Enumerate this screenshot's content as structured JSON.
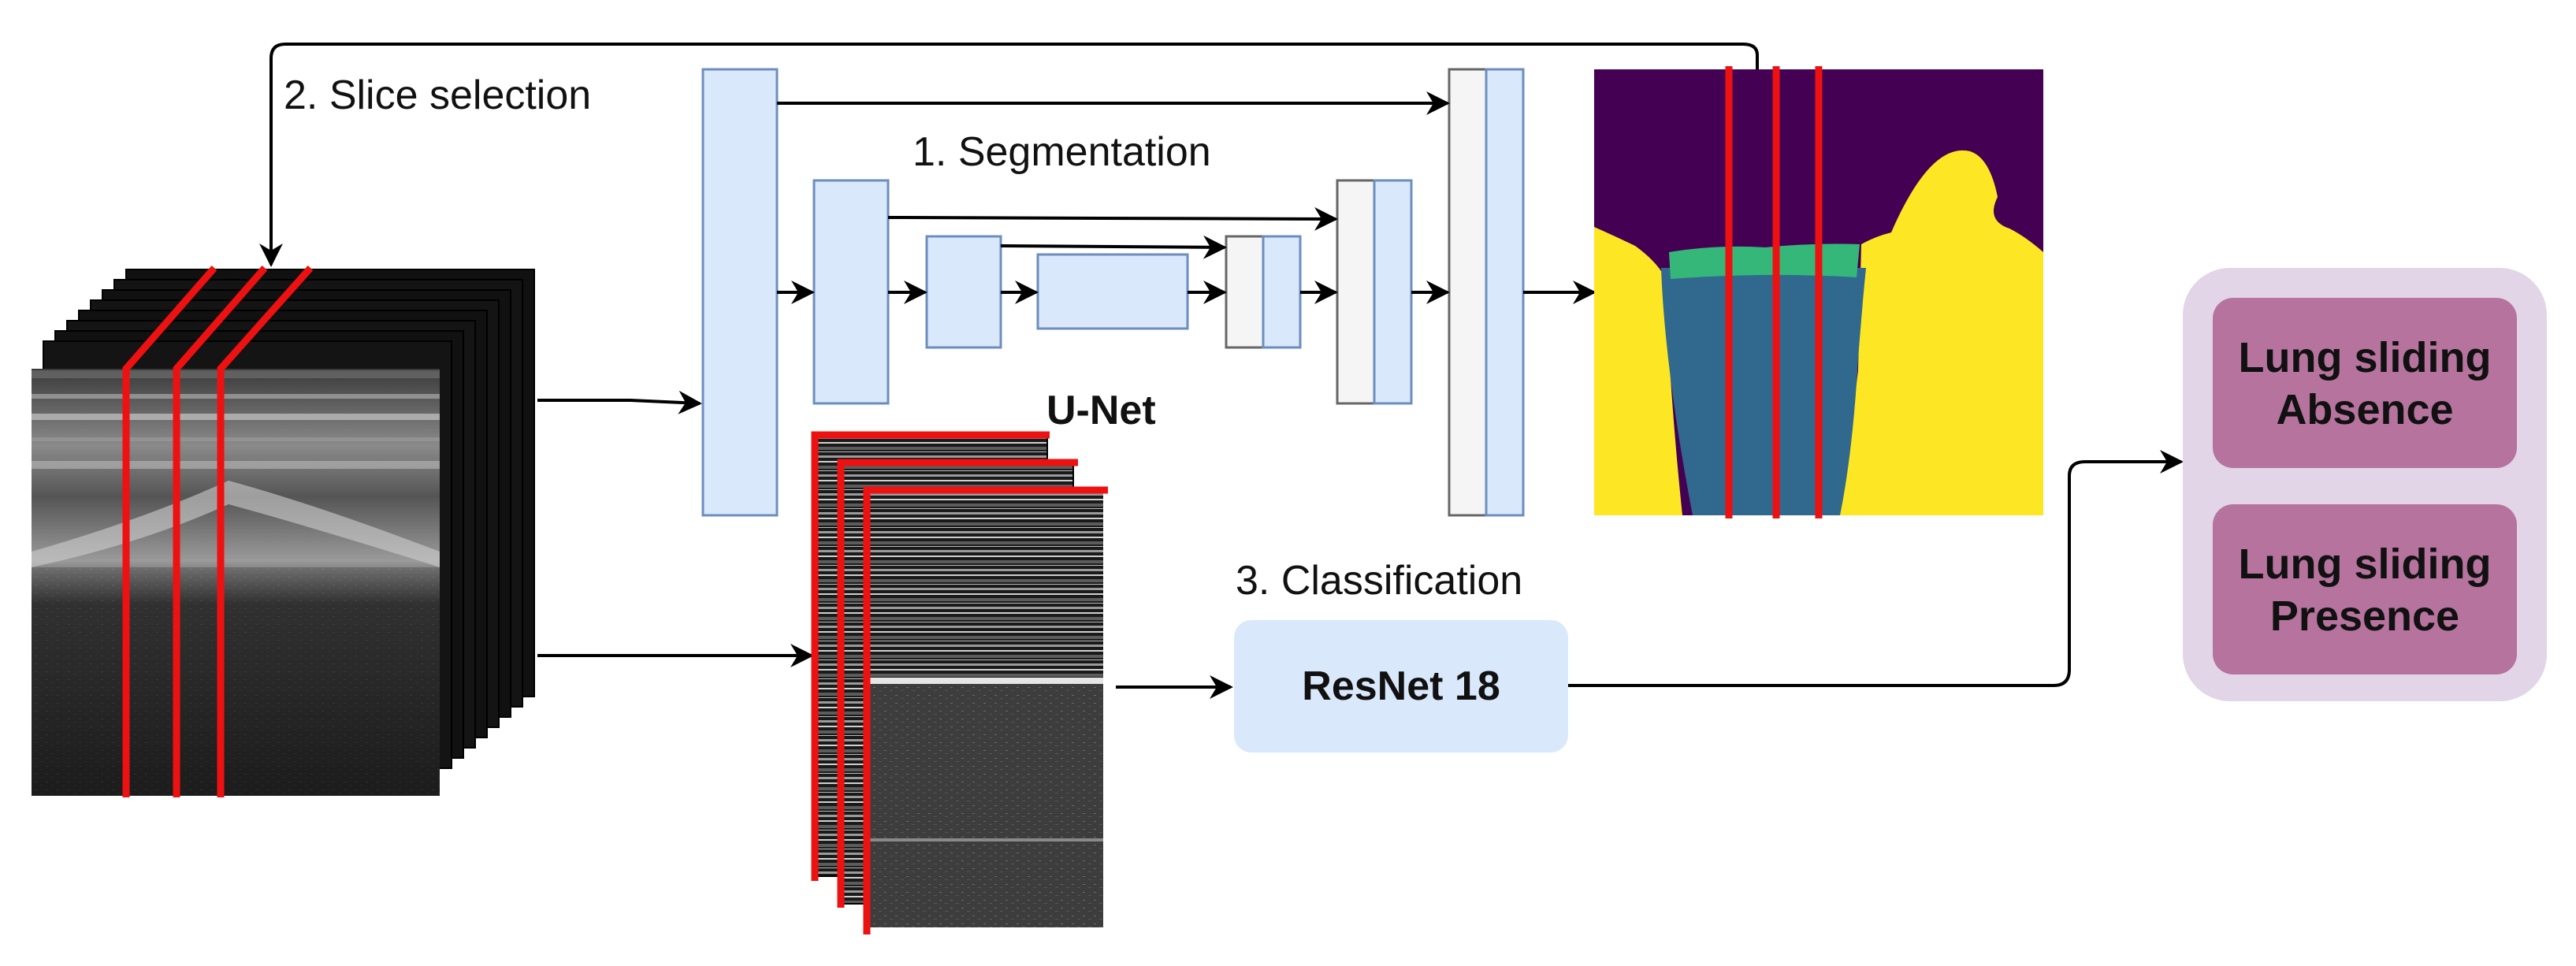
{
  "labels": {
    "slice_selection": "2. Slice selection",
    "segmentation": "1. Segmentation",
    "unet": "U-Net",
    "classification": "3. Classification",
    "resnet": "ResNet 18"
  },
  "outputs": [
    {
      "line1": "Lung sliding",
      "line2": "Absence"
    },
    {
      "line1": "Lung sliding",
      "line2": "Presence"
    }
  ],
  "colors": {
    "block_fill": "#dae8fc",
    "block_stroke": "#6c8ebf",
    "decoder_fill": "#f5f5f5",
    "decoder_stroke": "#666666",
    "resnet_fill": "#dae8fc",
    "output_panel": "#e1d5e7",
    "output_box": "#b5739d",
    "slice_line": "#ee1111",
    "arrow": "#000000",
    "seg_background": "#440154",
    "seg_yellow": "#fde725",
    "seg_blue": "#31688e",
    "seg_green": "#35b779"
  },
  "icons": {
    "ultrasound_stack": "ultrasound-volume-stack",
    "mmode_stack": "m-mode-image-stack",
    "segmentation_mask": "segmentation-mask"
  }
}
